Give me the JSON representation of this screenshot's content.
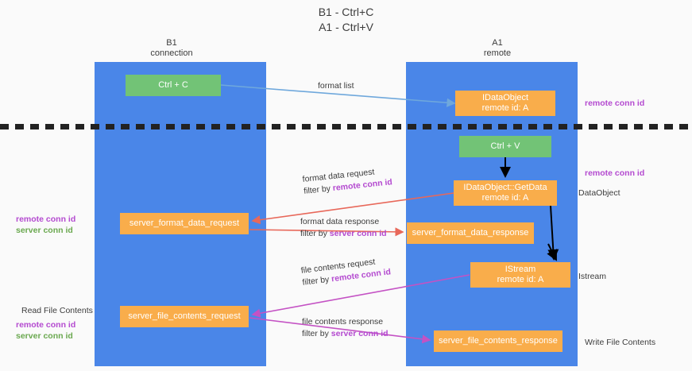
{
  "diagram": {
    "title_line1": "B1 - Ctrl+C",
    "title_line2": "A1 - Ctrl+V",
    "columns": [
      {
        "name": "B1",
        "role": "connection"
      },
      {
        "name": "A1",
        "role": "remote"
      }
    ],
    "nodes": [
      {
        "id": "ctrl-c",
        "label": "Ctrl + C",
        "sublabel": "",
        "color": "#72c376",
        "lane": "B1"
      },
      {
        "id": "idataobject",
        "label": "IDataObject",
        "sublabel": "remote id: A",
        "color": "#f9ad4b",
        "lane": "A1"
      },
      {
        "id": "ctrl-v",
        "label": "Ctrl + V",
        "sublabel": "",
        "color": "#72c376",
        "lane": "A1"
      },
      {
        "id": "getdata",
        "label": "IDataObject::GetData",
        "sublabel": "remote id: A",
        "color": "#f9ad4b",
        "lane": "A1"
      },
      {
        "id": "fmt-req",
        "label": "server_format_data_request",
        "sublabel": "",
        "color": "#f9ad4b",
        "lane": "B1"
      },
      {
        "id": "fmt-resp",
        "label": "server_format_data_response",
        "sublabel": "",
        "color": "#f9ad4b",
        "lane": "A1"
      },
      {
        "id": "istream",
        "label": "IStream",
        "sublabel": "remote id: A",
        "color": "#f9ad4b",
        "lane": "A1"
      },
      {
        "id": "file-req",
        "label": "server_file_contents_request",
        "sublabel": "",
        "color": "#f9ad4b",
        "lane": "B1"
      },
      {
        "id": "file-resp",
        "label": "server_file_contents_response",
        "sublabel": "",
        "color": "#f9ad4b",
        "lane": "A1"
      }
    ],
    "edge_labels": {
      "format_list": "format list",
      "format_data_request": "format data request",
      "format_data_request_filter_prefix": "filter by ",
      "format_data_request_filter_key": "remote conn id",
      "format_data_response": "format data response",
      "format_data_response_filter_prefix": "filter by ",
      "format_data_response_filter_key": "server conn id",
      "file_contents_request": "file contents request",
      "file_contents_request_filter_prefix": "filter by ",
      "file_contents_request_filter_key": "remote conn id",
      "file_contents_response": "file contents response",
      "file_contents_response_filter_prefix": "filter by ",
      "file_contents_response_filter_key": "server conn id"
    },
    "annotations": {
      "right_remote_conn_id_top": "remote conn id",
      "right_remote_conn_id_mid": "remote conn id",
      "right_dataobject": "DataObject",
      "right_istream": "Istream",
      "right_write_file_contents": "Write File Contents",
      "left_remote_conn_id": "remote conn id",
      "left_server_conn_id": "server conn id",
      "left_read_file_contents": "Read File Contents",
      "left_remote_conn_id_2": "remote conn id",
      "left_server_conn_id_2": "server conn id"
    },
    "colors": {
      "lane": "#4a86e8",
      "green_node": "#72c376",
      "orange_node": "#f9ad4b",
      "purple_text": "#b44ad0",
      "green_text": "#6aa84f",
      "red_arrow": "#e8685a",
      "magenta_arrow": "#c council",
      "light_blue_arrow": "#9fc5e8",
      "black_arrow": "#000000",
      "divider": "#222222",
      "background": "#fafafa"
    }
  }
}
